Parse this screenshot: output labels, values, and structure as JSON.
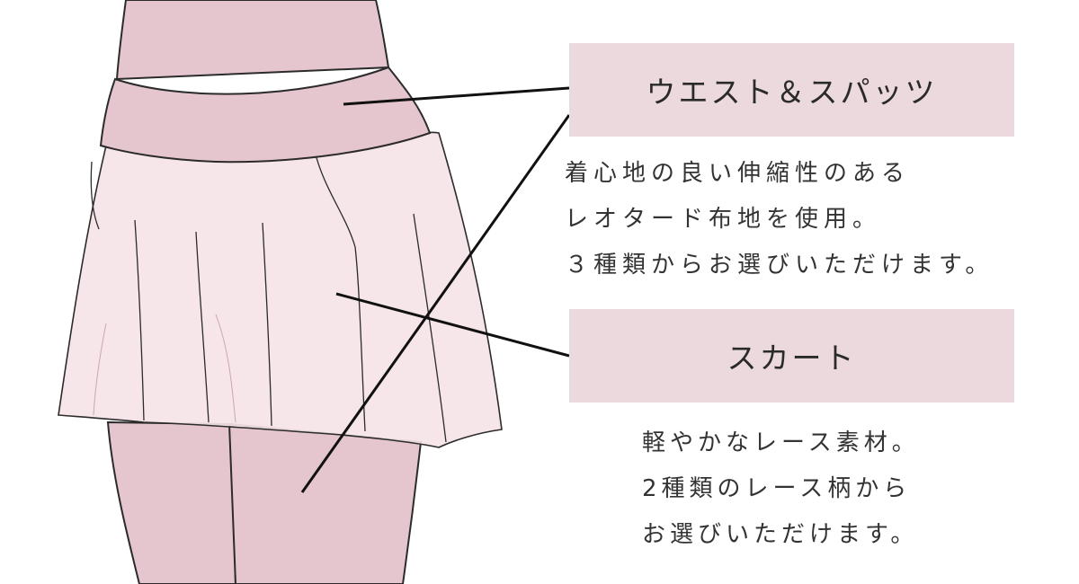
{
  "labels": {
    "waist": "ウエスト＆スパッツ",
    "skirt": "スカート"
  },
  "descriptions": {
    "waist": [
      "着心地の良い伸縮性のある",
      "レオタード布地を使用。",
      "３種類からお選びいただけます。"
    ],
    "skirt": [
      "軽やかなレース素材。",
      "2種類のレース柄から",
      "お選びいただけます。"
    ]
  },
  "colors": {
    "label_bg": "#ecd9dd",
    "garment_solid": "#e5c6cf",
    "garment_sheer": "#f5e3e7",
    "outline": "#2b2b2b",
    "leader_line": "#111111"
  }
}
